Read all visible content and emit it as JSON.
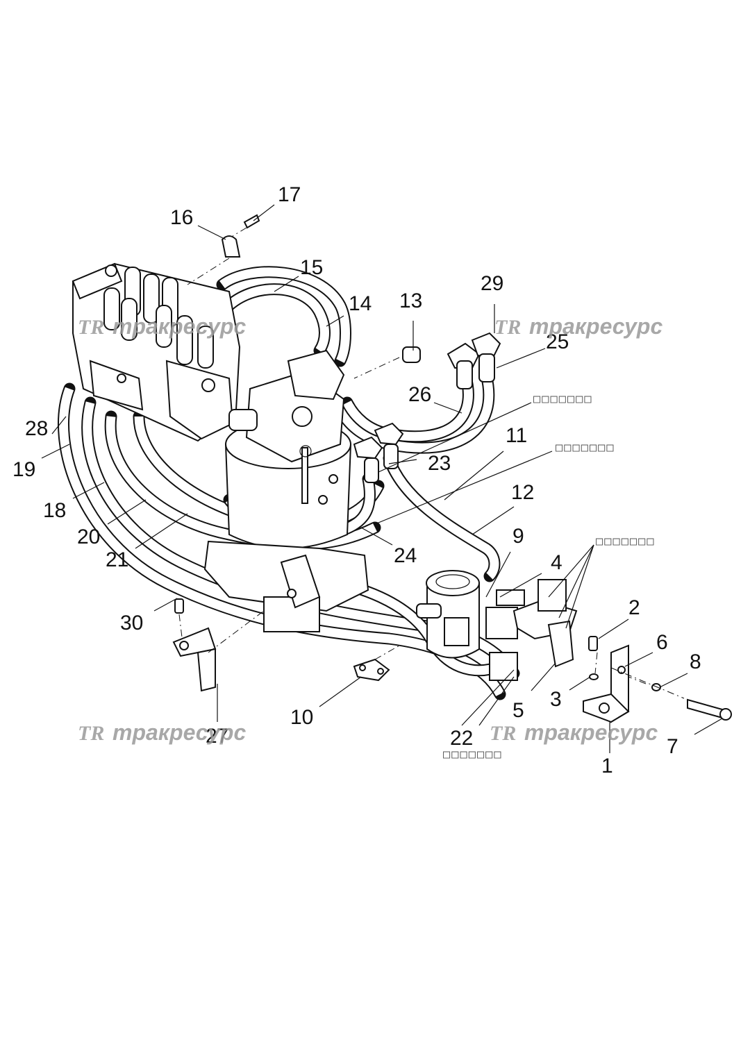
{
  "callouts": [
    {
      "n": "1"
    },
    {
      "n": "2"
    },
    {
      "n": "3"
    },
    {
      "n": "4"
    },
    {
      "n": "5"
    },
    {
      "n": "6"
    },
    {
      "n": "7"
    },
    {
      "n": "8"
    },
    {
      "n": "9"
    },
    {
      "n": "10"
    },
    {
      "n": "11"
    },
    {
      "n": "12"
    },
    {
      "n": "13"
    },
    {
      "n": "14"
    },
    {
      "n": "15"
    },
    {
      "n": "16"
    },
    {
      "n": "17"
    },
    {
      "n": "18"
    },
    {
      "n": "19"
    },
    {
      "n": "20"
    },
    {
      "n": "21"
    },
    {
      "n": "22"
    },
    {
      "n": "23"
    },
    {
      "n": "24"
    },
    {
      "n": "25"
    },
    {
      "n": "26"
    },
    {
      "n": "27"
    },
    {
      "n": "28"
    },
    {
      "n": "29"
    },
    {
      "n": "30"
    }
  ],
  "boxed_labels": [
    "□□□□□□□",
    "□□□□□□□",
    "□□□□□□□",
    "□□□□□□□"
  ],
  "watermark": {
    "logo": "TR",
    "text": "тракресурс"
  }
}
